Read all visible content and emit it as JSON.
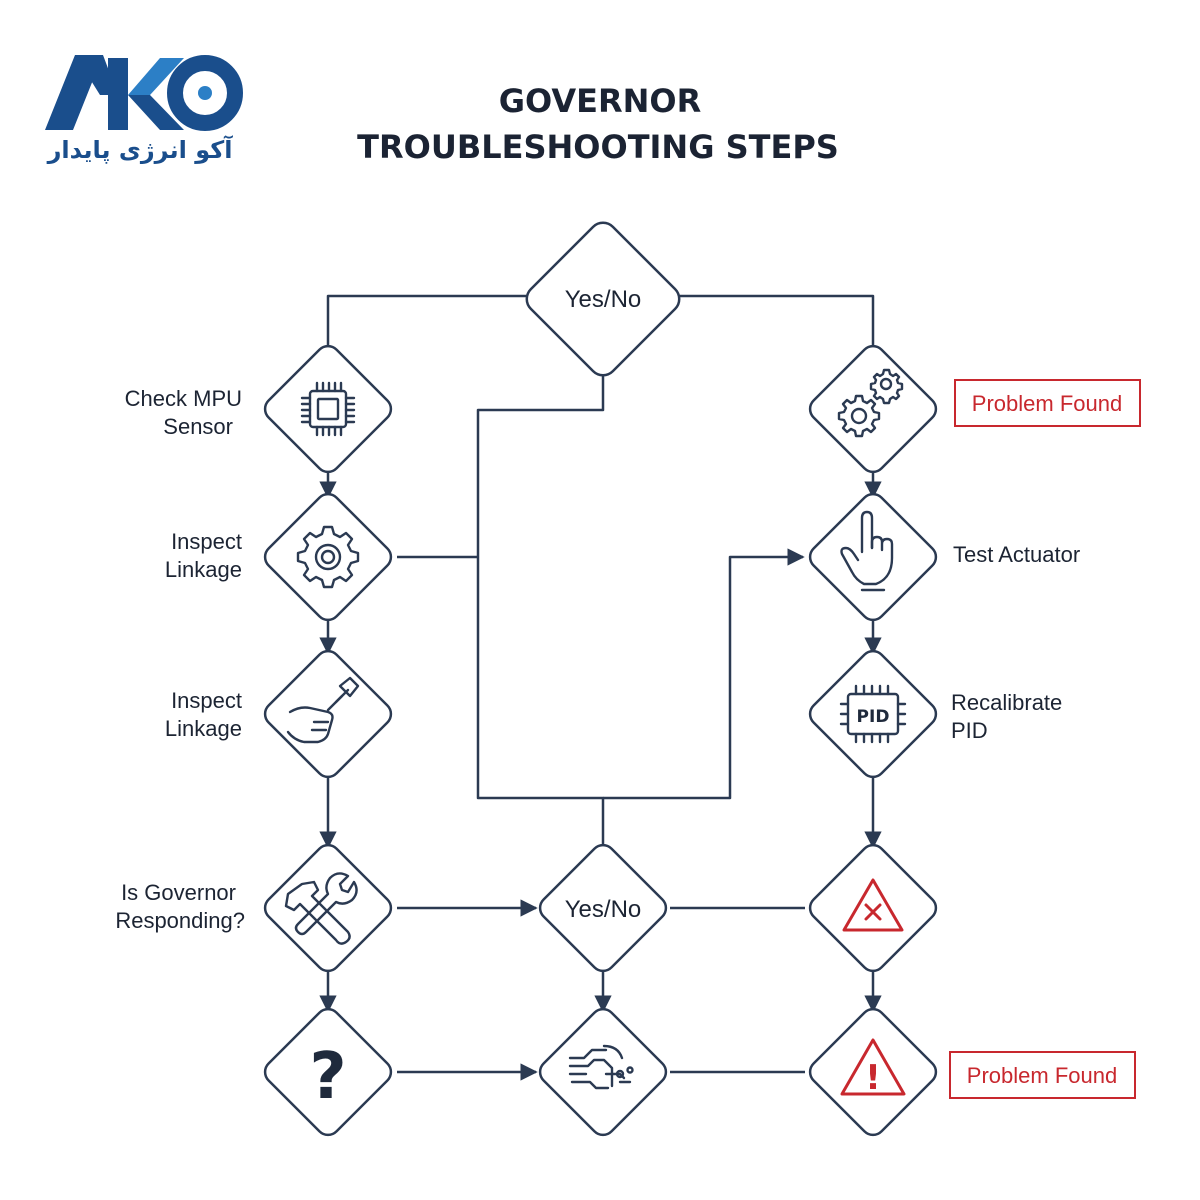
{
  "logo": {
    "brand": "AKO",
    "tagline": "آکو انرژی پایدار",
    "brand_color": "#1a4e8c",
    "accent_color": "#2c7fc6"
  },
  "title": {
    "line1": "GOVERNOR",
    "line2": "TROUBLESHOOTING STEPS"
  },
  "nodes": {
    "decision_top": "Yes/No",
    "decision_bottom": "Yes/No",
    "check_mpu": {
      "icon": "cpu-chip-icon",
      "label_line1": "Check MPU",
      "label_line2": "Sensor"
    },
    "inspect_linkage_1": {
      "icon": "gear-icon",
      "label_line1": "Inspect",
      "label_line2": "Linkage"
    },
    "inspect_linkage_2": {
      "icon": "hand-tool-icon",
      "label_line1": "Inspect",
      "label_line2": "Linkage"
    },
    "governor_responding": {
      "icon": "wrench-screwdriver-icon",
      "label_line1": "Is Governor",
      "label_line2": "Responding?"
    },
    "unknown": {
      "icon": "question-mark-icon",
      "glyph": "?"
    },
    "circuit": {
      "icon": "circuit-icon"
    },
    "gears": {
      "icon": "gears-icon"
    },
    "test_actuator": {
      "icon": "pointing-hand-icon",
      "label": "Test Actuator"
    },
    "recalibrate_pid": {
      "icon": "pid-chip-icon",
      "chip_text": "PID",
      "label_line1": "Recalibrate",
      "label_line2": "PID"
    },
    "error": {
      "icon": "warning-x-icon"
    },
    "alert": {
      "icon": "warning-exclamation-icon",
      "glyph": "!"
    }
  },
  "problem_found_top": "Problem Found",
  "problem_found_bottom": "Problem Found",
  "colors": {
    "line": "#2b3a52",
    "warning": "#c8282e",
    "title": "#1b2333"
  }
}
